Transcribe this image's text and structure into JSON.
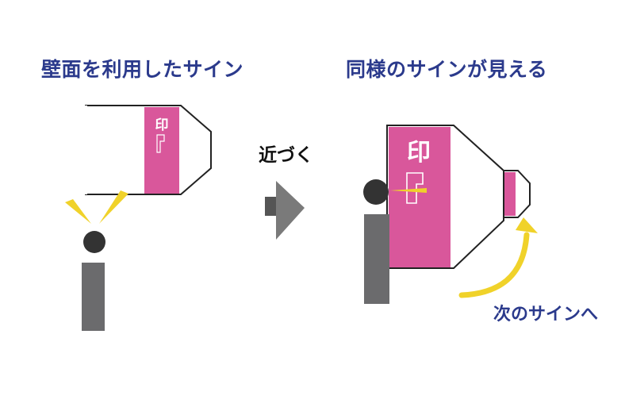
{
  "left_panel": {
    "title": "壁面を利用したサイン",
    "sign_glyph": "印"
  },
  "arrow_caption": "近づく",
  "right_panel": {
    "title": "同様のサインが見える",
    "sign_glyph": "印",
    "next_caption": "次のサインへ"
  },
  "colors": {
    "title_text": "#2b3a8c",
    "sign_pink": "#d9579b",
    "figure_gray": "#6b6b6d",
    "sight_yellow": "#f0d22a",
    "arrow_gray": "#7a7a7a",
    "outline": "#222222"
  }
}
